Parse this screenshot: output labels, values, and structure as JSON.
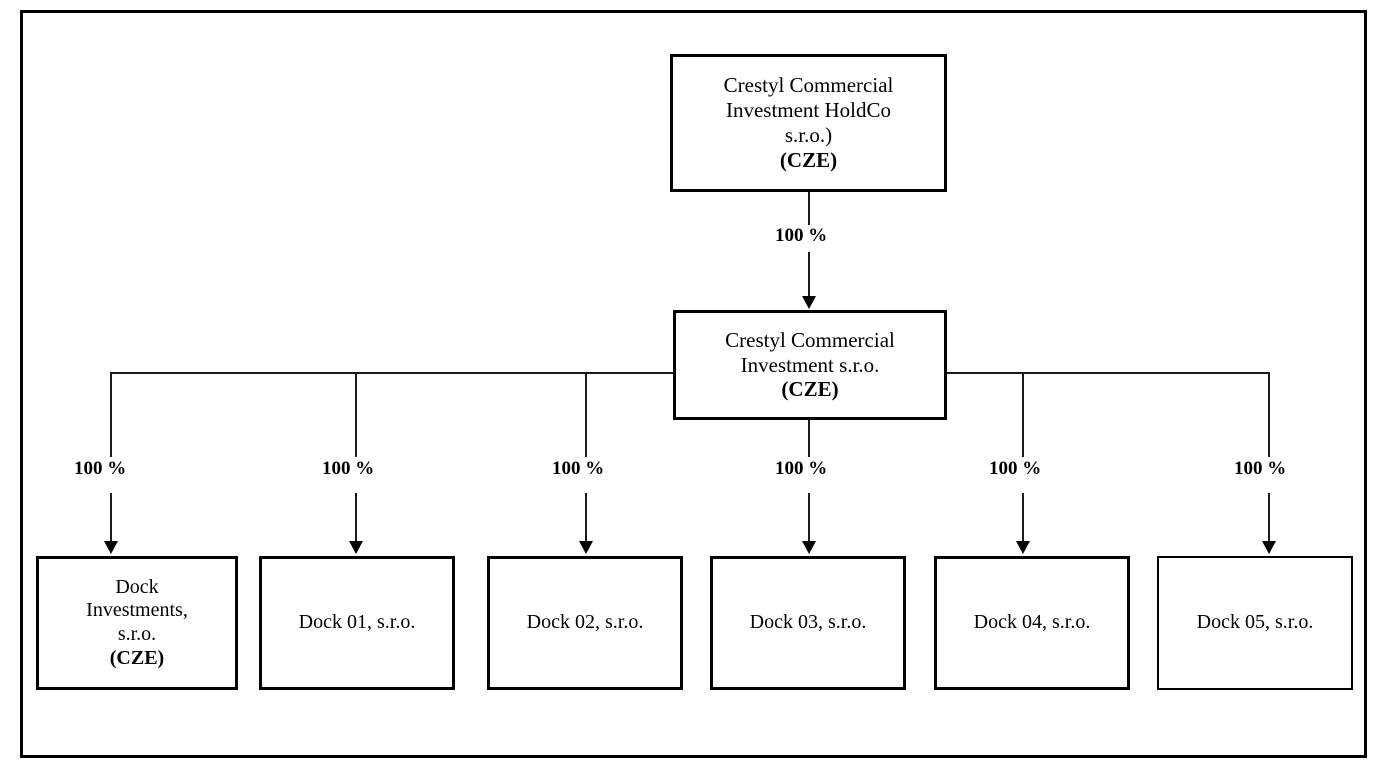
{
  "diagram": {
    "type": "organizational-ownership-chart",
    "frame": {
      "border_color": "#000000",
      "background": "#ffffff"
    },
    "nodes": {
      "holdco": {
        "id": "crestyl-commercial-investment-holdco",
        "lines": [
          {
            "text": "Crestyl Commercial",
            "bold": false
          },
          {
            "text": "Investment HoldCo",
            "bold": false
          },
          {
            "text": "s.r.o.)",
            "bold": false
          },
          {
            "text": "(CZE)",
            "bold": true
          }
        ]
      },
      "investment": {
        "id": "crestyl-commercial-investment",
        "lines": [
          {
            "text": "Crestyl Commercial",
            "bold": false
          },
          {
            "text": "Investment s.r.o.",
            "bold": false
          },
          {
            "text": "(CZE)",
            "bold": true
          }
        ]
      }
    },
    "subsidiaries": [
      {
        "id": "dock-investments",
        "lines": [
          {
            "text": "Dock",
            "bold": false
          },
          {
            "text": "Investments,",
            "bold": false
          },
          {
            "text": "s.r.o.",
            "bold": false
          },
          {
            "text": "(CZE)",
            "bold": true
          }
        ]
      },
      {
        "id": "dock-01",
        "lines": [
          {
            "text": "Dock 01, s.r.o.",
            "bold": false
          }
        ]
      },
      {
        "id": "dock-02",
        "lines": [
          {
            "text": "Dock 02, s.r.o.",
            "bold": false
          }
        ]
      },
      {
        "id": "dock-03",
        "lines": [
          {
            "text": "Dock 03, s.r.o.",
            "bold": false
          }
        ]
      },
      {
        "id": "dock-04",
        "lines": [
          {
            "text": "Dock 04, s.r.o.",
            "bold": false
          }
        ]
      },
      {
        "id": "dock-05",
        "lines": [
          {
            "text": "Dock 05, s.r.o.",
            "bold": false
          }
        ]
      }
    ],
    "edges": [
      {
        "id": "holdco-to-investment",
        "label": "100 %"
      },
      {
        "id": "investment-to-dock-investments",
        "label": "100 %"
      },
      {
        "id": "investment-to-dock-01",
        "label": "100 %"
      },
      {
        "id": "investment-to-dock-02",
        "label": "100 %"
      },
      {
        "id": "investment-to-dock-03",
        "label": "100 %"
      },
      {
        "id": "investment-to-dock-04",
        "label": "100 %"
      },
      {
        "id": "investment-to-dock-05",
        "label": "100 %"
      }
    ]
  }
}
